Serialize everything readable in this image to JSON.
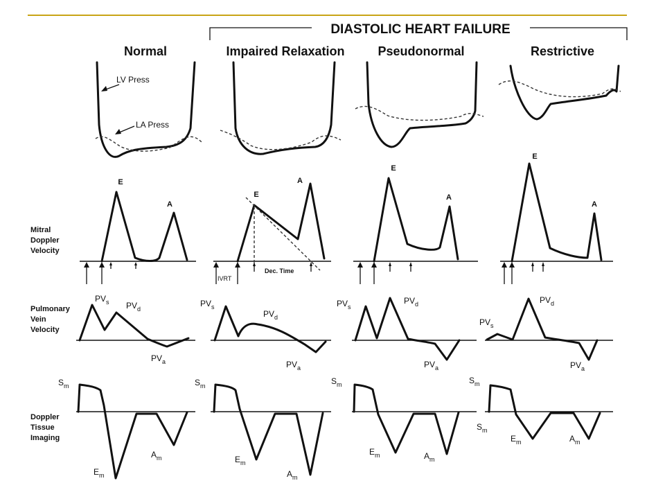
{
  "header": {
    "bracket_title": "DIASTOLIC HEART FAILURE",
    "columns": [
      "Normal",
      "Impaired Relaxation",
      "Pseudonormal",
      "Restrictive"
    ]
  },
  "row_labels": {
    "mitral": [
      "Mitral",
      "Doppler",
      "Velocity"
    ],
    "pulmonary": [
      "Pulmonary",
      "Vein",
      "Velocity"
    ],
    "tissue": [
      "Doppler",
      "Tissue",
      "Imaging"
    ]
  },
  "pressure_labels": {
    "lv": "LV Press",
    "la": "LA Press"
  },
  "mitral_labels": {
    "e": "E",
    "a": "A",
    "ivrt": "IVRT",
    "dec_time": "Dec. Time"
  },
  "pulm_labels": {
    "s_base": "PV",
    "s_sub": "s",
    "d_base": "PV",
    "d_sub": "d",
    "a_base": "PV",
    "a_sub": "a"
  },
  "tissue_labels": {
    "s_base": "S",
    "s_sub": "m",
    "e_base": "E",
    "e_sub": "m",
    "a_base": "A",
    "a_sub": "m"
  },
  "colors": {
    "rule": "#c8a415",
    "ink": "#111111"
  }
}
